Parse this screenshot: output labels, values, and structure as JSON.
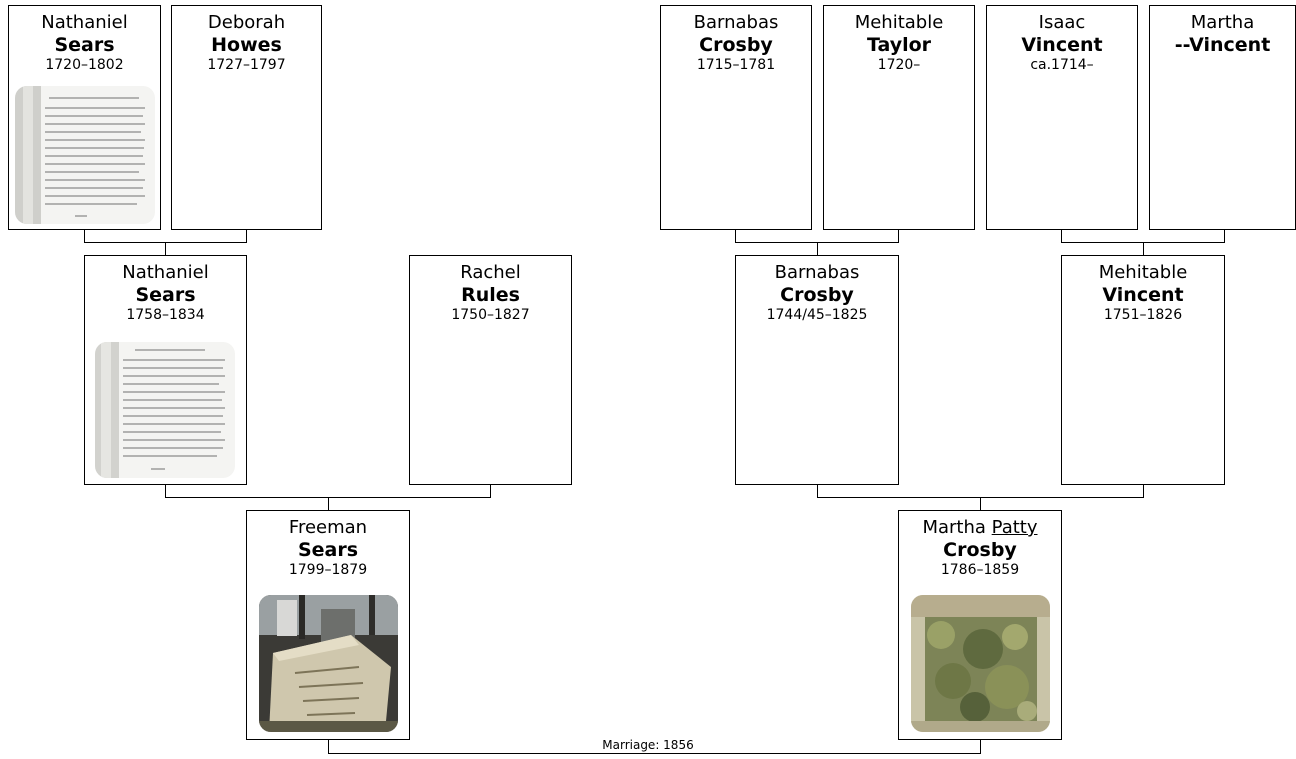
{
  "people": {
    "g1": {
      "given": "Nathaniel",
      "surname": "Sears",
      "dates": "1720–1802",
      "photo": "document-page"
    },
    "g2": {
      "given": "Deborah",
      "surname": "Howes",
      "dates": "1727–1797"
    },
    "g3": {
      "given": "Barnabas",
      "surname": "Crosby",
      "dates": "1715–1781"
    },
    "g4": {
      "given": "Mehitable",
      "surname": "Taylor",
      "dates": "1720–"
    },
    "g5": {
      "given": "Isaac",
      "surname": "Vincent",
      "dates": "ca.1714–"
    },
    "g6": {
      "given": "Martha",
      "surname": "--Vincent",
      "dates": ""
    },
    "p1": {
      "given": "Nathaniel",
      "surname": "Sears",
      "dates": "1758–1834",
      "photo": "document-page"
    },
    "p2": {
      "given": "Rachel",
      "surname": "Rules",
      "dates": "1750–1827"
    },
    "p3": {
      "given": "Barnabas",
      "surname": "Crosby",
      "dates": "1744/45–1825"
    },
    "p4": {
      "given": "Mehitable",
      "surname": "Vincent",
      "dates": "1751–1826"
    },
    "c1": {
      "given": "Freeman",
      "surname": "Sears",
      "dates": "1799–1879",
      "photo": "gravestone"
    },
    "c2": {
      "given": "Martha",
      "nickname": "Patty",
      "surname": "Crosby",
      "dates": "1786–1859",
      "photo": "gravestone-mossy"
    }
  },
  "marriage": {
    "label": "Marriage: 1856"
  }
}
